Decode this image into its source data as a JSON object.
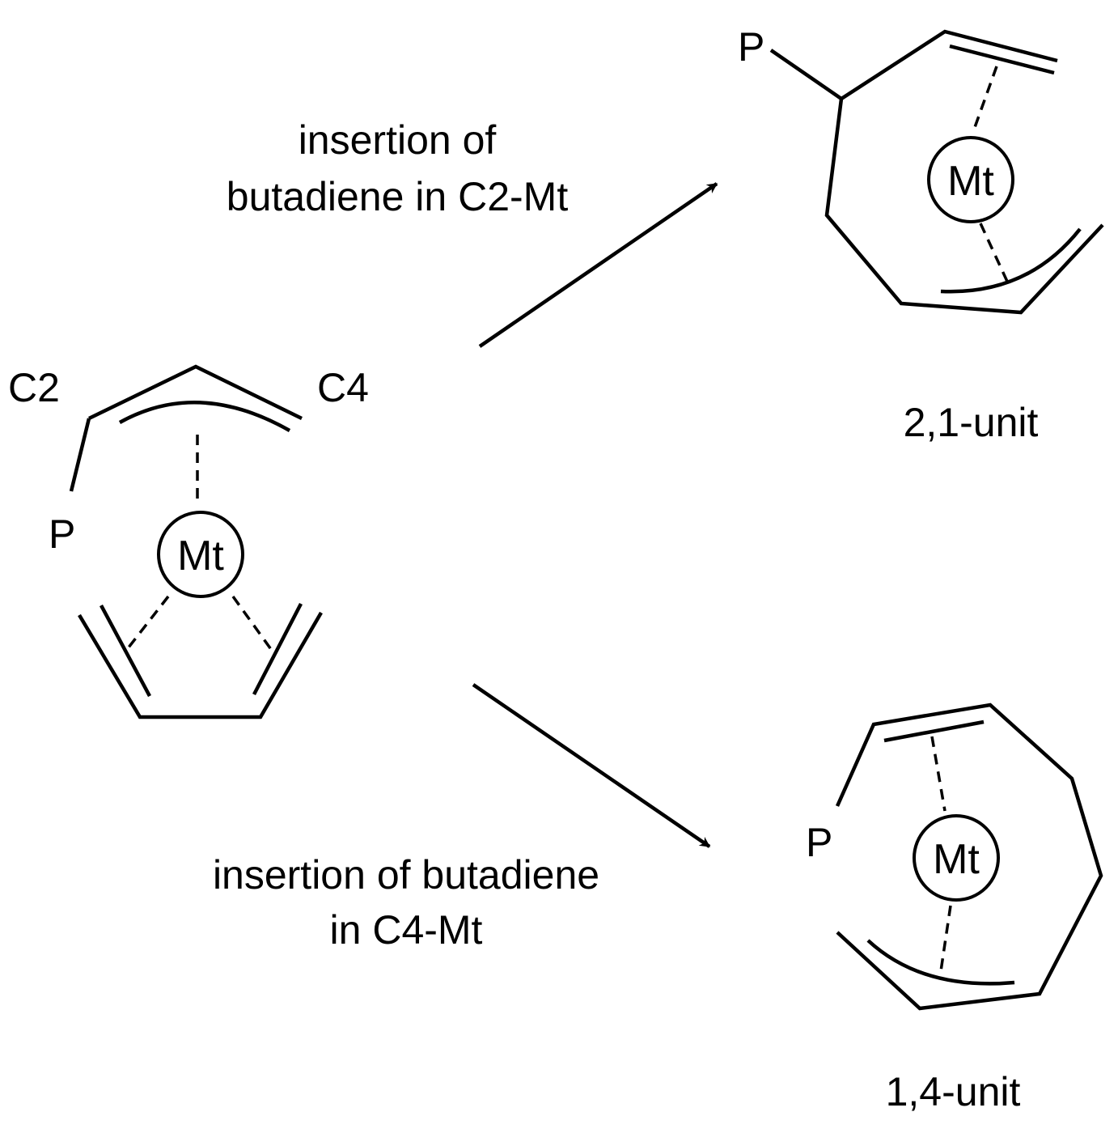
{
  "labels": {
    "c2": "C2",
    "c4": "C4",
    "p": "P",
    "mt": "Mt"
  },
  "arrows": {
    "upper_caption": [
      "insertion of",
      "butadiene in C2-Mt"
    ],
    "lower_caption": [
      "insertion of butadiene",
      "in C4-Mt"
    ]
  },
  "products": {
    "unit_21": "2,1-unit",
    "unit_14": "1,4-unit"
  }
}
